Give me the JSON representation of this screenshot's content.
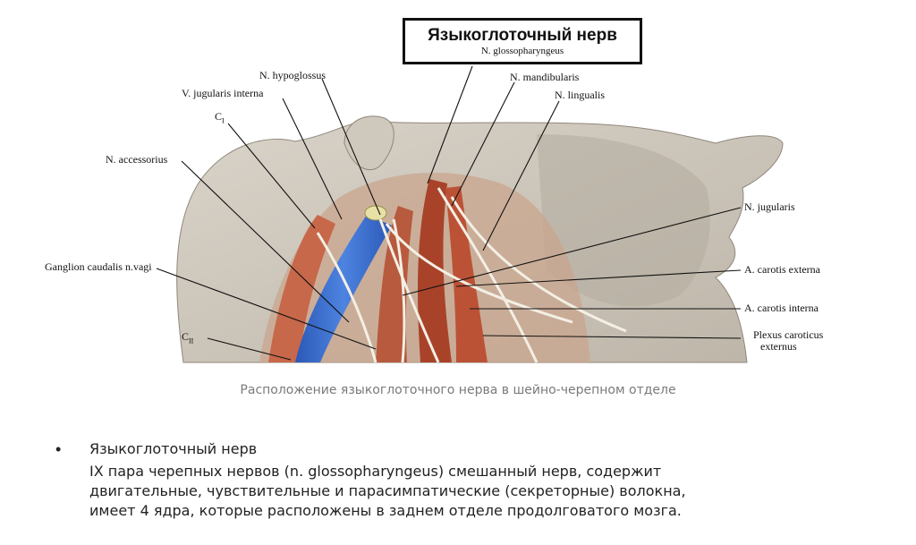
{
  "figure": {
    "title": "Языкоглоточный нерв",
    "subtitle": "N. glossopharyngeus",
    "labels": {
      "hypoglossus": "N. hypoglossus",
      "jugularis_interna": "V. jugularis interna",
      "c1_main": "C",
      "c1_sub": "I",
      "accessorius": "N. accessorius",
      "ganglion": "Ganglion caudalis n.vagi",
      "c2_main": "C",
      "c2_sub": "II",
      "mandibularis": "N. mandibularis",
      "lingualis": "N. lingualis",
      "jugularis": "N. jugularis",
      "carotis_externa": "A. carotis externa",
      "carotis_interna": "A. carotis interna",
      "plexus_line1": "Plexus caroticus",
      "plexus_line2": "externus"
    },
    "caption": "Расположение языкоглоточного нерва в шейно-черепном отделе"
  },
  "bullet": {
    "marker": "•",
    "heading": "Языкоглоточный нерв",
    "lines": [
      " IX пара черепных нервов (n.  glossopharyngeus) смешанный нерв, содержит",
      "двигательные, чувствительные и парасимпатические (секреторные) волокна,",
      "имеет 4 ядра, которые расположены в заднем отделе продолговатого мозга."
    ]
  },
  "colors": {
    "vein": "#3b6fd0",
    "artery": "#b5482c",
    "muscle": "#c96a4e",
    "skin": "#d2cbc0",
    "nerve": "#f3efe4",
    "caption": "#7a7a7a"
  }
}
